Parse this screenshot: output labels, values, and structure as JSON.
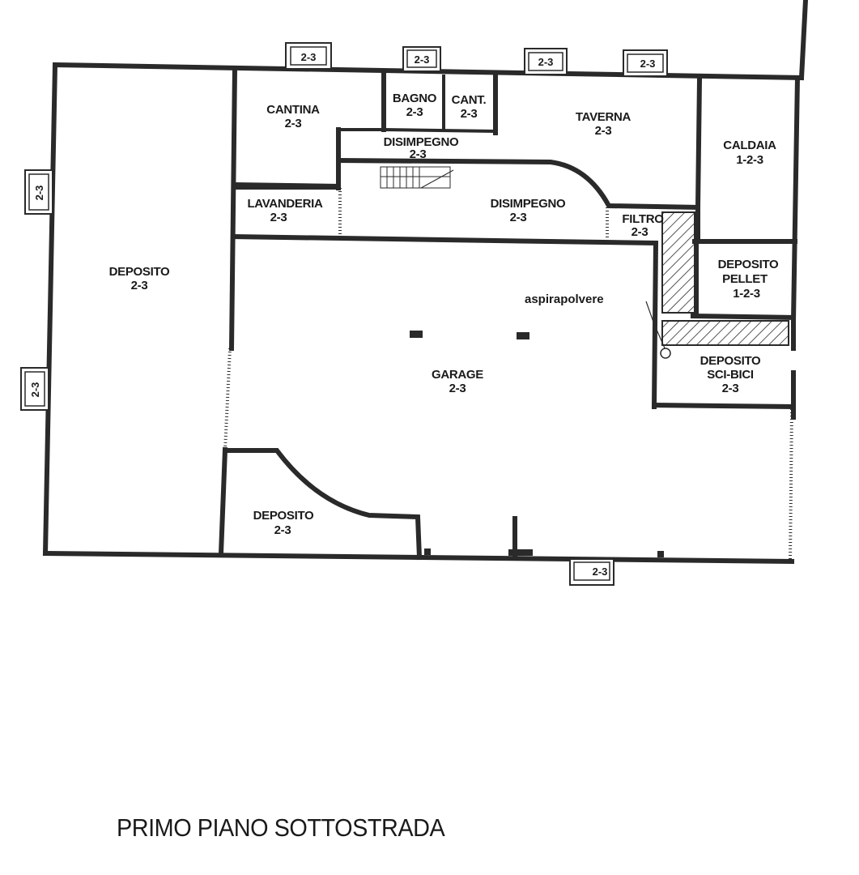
{
  "title": "PRIMO PIANO SOTTOSTRADA",
  "rooms": {
    "deposito_left": {
      "name": "DEPOSITO",
      "code": "2-3"
    },
    "cantina": {
      "name": "CANTINA",
      "code": "2-3"
    },
    "bagno": {
      "name": "BAGNO",
      "code": "2-3"
    },
    "cant": {
      "name": "CANT.",
      "code": "2-3"
    },
    "taverna": {
      "name": "TAVERNA",
      "code": "2-3"
    },
    "caldaia": {
      "name": "CALDAIA",
      "code": "1-2-3"
    },
    "disimpegno_upper": {
      "name": "DISIMPEGNO",
      "code": "2-3"
    },
    "lavanderia": {
      "name": "LAVANDERIA",
      "code": "2-3"
    },
    "disimpegno_main": {
      "name": "DISIMPEGNO",
      "code": "2-3"
    },
    "filtro": {
      "name": "FILTRO",
      "code": "2-3"
    },
    "deposito_pellet": {
      "name": "DEPOSITO",
      "name2": "PELLET",
      "code": "1-2-3"
    },
    "deposito_sci_bici": {
      "name": "DEPOSITO",
      "name2": "SCI-BICI",
      "code": "2-3"
    },
    "garage": {
      "name": "GARAGE",
      "code": "2-3"
    },
    "deposito_small": {
      "name": "DEPOSITO",
      "code": "2-3"
    }
  },
  "annotations": {
    "aspirapolvere": "aspirapolvere"
  },
  "light_wells": [
    {
      "label": "2-3"
    },
    {
      "label": "2-3"
    },
    {
      "label": "2-3"
    },
    {
      "label": "2-3"
    },
    {
      "label": "2-3"
    },
    {
      "label": "2-3"
    },
    {
      "label": "2-3"
    }
  ]
}
